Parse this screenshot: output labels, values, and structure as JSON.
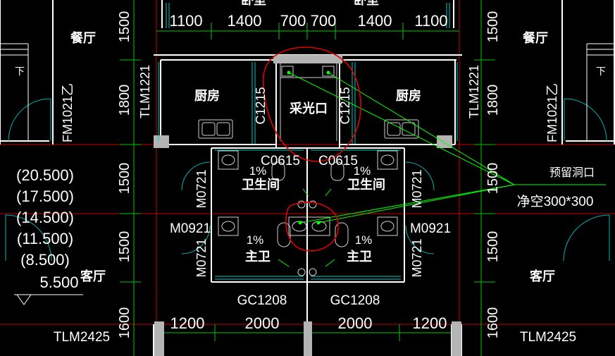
{
  "colors": {
    "background": "#000000",
    "wall": "#ffffff",
    "dimension": "#00c800",
    "axis": "#c80000",
    "leader": "#00ff00",
    "window": "#00c8c8",
    "door": "#00b4b4",
    "fixture": "#d0d0d0",
    "wall_fill": "#b4b4b4",
    "markup": "#e00000",
    "text": "#ffffff"
  },
  "rooms": {
    "bedroom_left": "卧室",
    "bedroom_right": "卧室",
    "dining_left": "餐厅",
    "dining_right": "餐厅",
    "kitchen_left": "厨房",
    "kitchen_right": "厨房",
    "lightwell": "采光口",
    "bathroom_left": "卫生间",
    "bathroom_right": "卫生间",
    "master_bath_left": "主卫",
    "master_bath_right": "主卫",
    "living_left": "客厅",
    "living_right": "客厅"
  },
  "dimensions": {
    "top": [
      "1100",
      "1400",
      "700",
      "700",
      "1400",
      "1100"
    ],
    "left_vertical": [
      "1500",
      "1800",
      "1500",
      "1500",
      "1600"
    ],
    "right_vertical": [
      "1500",
      "1800",
      "1500",
      "1500",
      "1600"
    ],
    "bottom": [
      "1200",
      "2000",
      "2000",
      "1200"
    ]
  },
  "openings": {
    "tlm1221_left": "TLM1221",
    "tlm1221_right": "TLM1221",
    "fm1021_left": "FM1021乙",
    "fm1021_right": "FM1021乙",
    "c1215_left": "C1215",
    "c1215_right": "C1215",
    "c0615_left": "C0615",
    "c0615_right": "C0615",
    "m0721_a": "M0721",
    "m0721_b": "M0721",
    "m0721_c": "M0721",
    "m0721_d": "M0721",
    "m0921_left": "M0921",
    "m0921_right": "M0921",
    "gc1208_left": "GC1208",
    "gc1208_right": "GC1208",
    "tlm2425_left": "TLM2425",
    "tlm2425_right": "TLM2425"
  },
  "slopes": [
    "1%",
    "1%",
    "1%",
    "1%"
  ],
  "stair_label": "下",
  "elevations": [
    "(20.500)",
    "(17.500)",
    "(14.500)",
    "(11.500)",
    "(8.500)",
    "5.500"
  ],
  "annotation": {
    "line1": "预留洞口",
    "line2": "净空300*300"
  }
}
